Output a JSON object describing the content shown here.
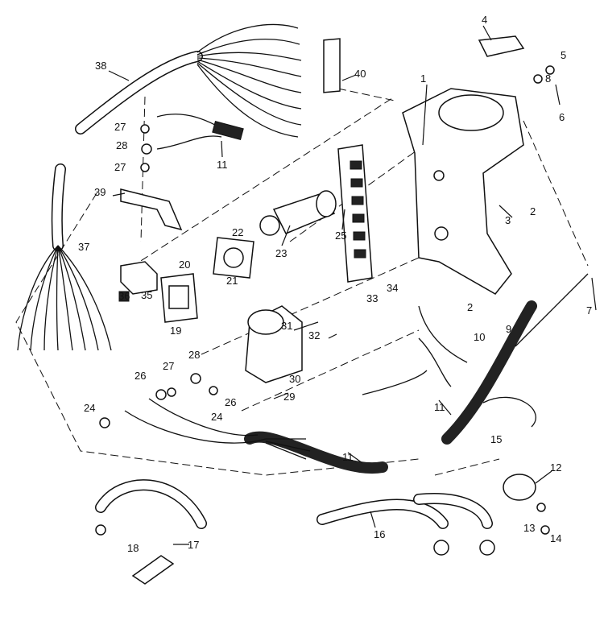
{
  "diagram": {
    "type": "exploded-parts-diagram",
    "callouts": [
      "1",
      "2",
      "3",
      "4",
      "5",
      "6",
      "7",
      "8",
      "9",
      "10",
      "11",
      "11",
      "11",
      "12",
      "13",
      "14",
      "15",
      "16",
      "17",
      "18",
      "19",
      "20",
      "21",
      "22",
      "23",
      "24",
      "24",
      "25",
      "26",
      "26",
      "27",
      "27",
      "27",
      "28",
      "28",
      "29",
      "30",
      "31",
      "32",
      "33",
      "34",
      "35",
      "36",
      "37",
      "38",
      "39",
      "40",
      "2"
    ]
  }
}
